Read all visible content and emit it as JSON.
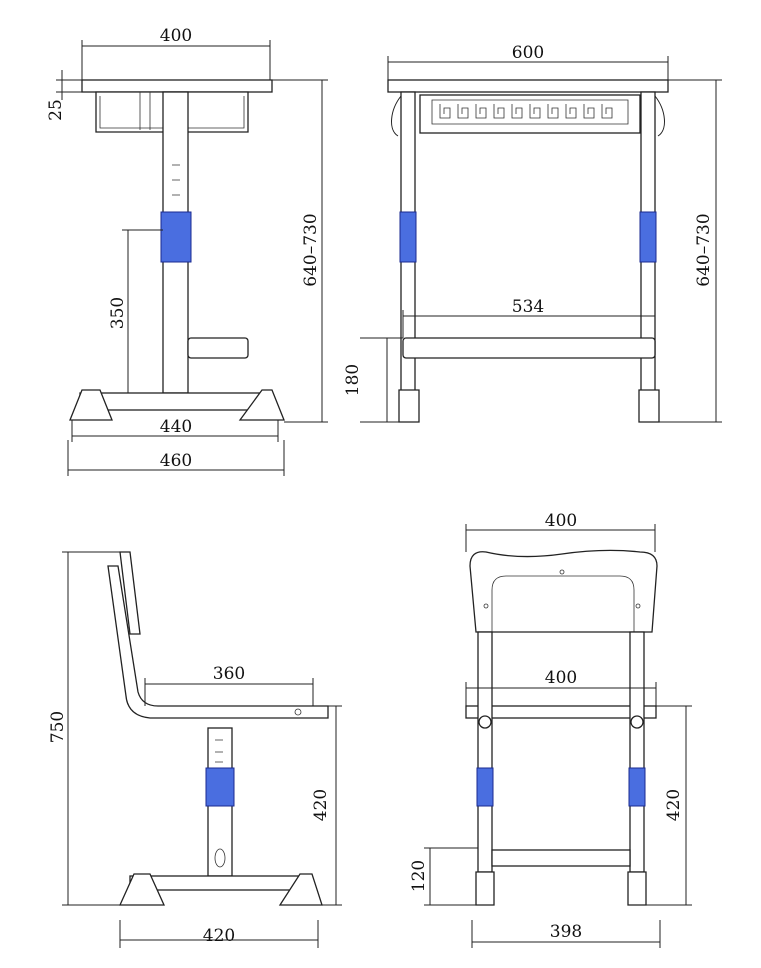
{
  "colors": {
    "line": "#222222",
    "clamp": "#4a6ee0"
  },
  "desk_side": {
    "width_top": "400",
    "top_thickness": "25",
    "height": "640–730",
    "footrest_height": "350",
    "base_inner": "440",
    "base_outer": "460"
  },
  "desk_front": {
    "width_top": "600",
    "height": "640–730",
    "footbar_width": "534",
    "footbar_height": "180"
  },
  "chair_side": {
    "seat_depth": "360",
    "total_height": "750",
    "seat_height": "420",
    "base_width": "420"
  },
  "chair_front": {
    "back_width": "400",
    "seat_width": "400",
    "bar_height": "120",
    "seat_height": "420",
    "base_width": "398"
  }
}
